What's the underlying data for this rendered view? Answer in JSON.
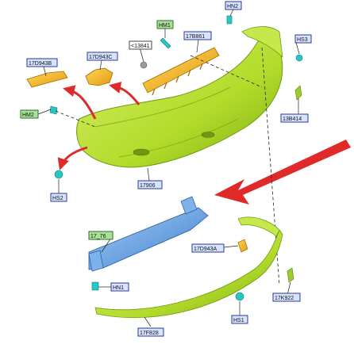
{
  "labels": {
    "17D943B": "17D943B",
    "17D943C": "17D943C",
    "13841": "<13841",
    "HM1": "HM1",
    "17B861": "17B861",
    "HN2": "HN2",
    "HS3": "HS3",
    "HM2": "HM2",
    "13B414": "13B414",
    "HS2": "HS2",
    "17906": "17906",
    "17_76": "17_76",
    "17D943A": "17D943A",
    "HN1": "HN1",
    "17K922": "17K922",
    "HS1": "HS1",
    "17F828": "17F828"
  },
  "colors": {
    "bumper_green": "#b8e03a",
    "bracket_orange": "#f2b320",
    "reinforcement_blue": "#5b9be0",
    "fastener_cyan": "#27c7c4",
    "arrow_red": "#e02a2a"
  }
}
